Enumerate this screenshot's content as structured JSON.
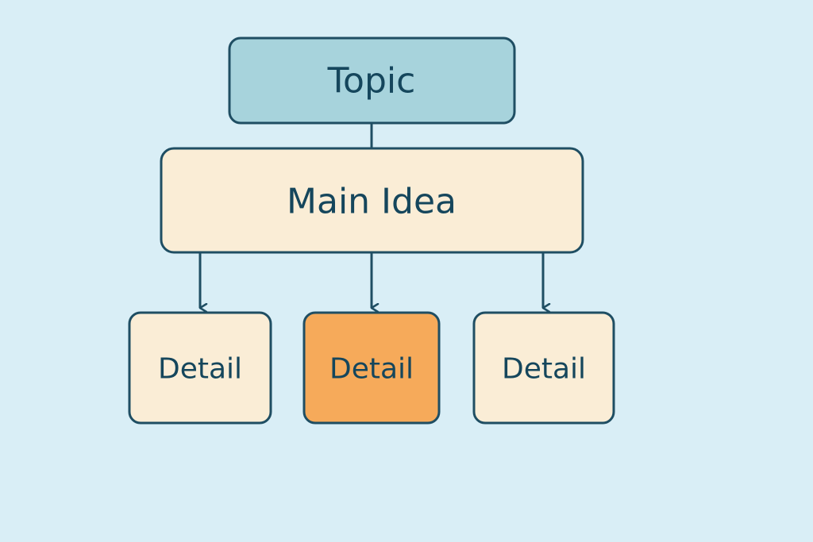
{
  "diagram": {
    "topic": {
      "label": "Topic",
      "fill": "#a7d3dc"
    },
    "main_idea": {
      "label": "Main Idea",
      "fill": "#faedd6"
    },
    "details": [
      {
        "label": "Detail",
        "fill": "#faedd6"
      },
      {
        "label": "Detail",
        "fill": "#f6aa5a"
      },
      {
        "label": "Detail",
        "fill": "#faedd6"
      }
    ]
  },
  "colors": {
    "background": "#d9eef6",
    "stroke": "#1f4e63",
    "text": "#15465c"
  }
}
